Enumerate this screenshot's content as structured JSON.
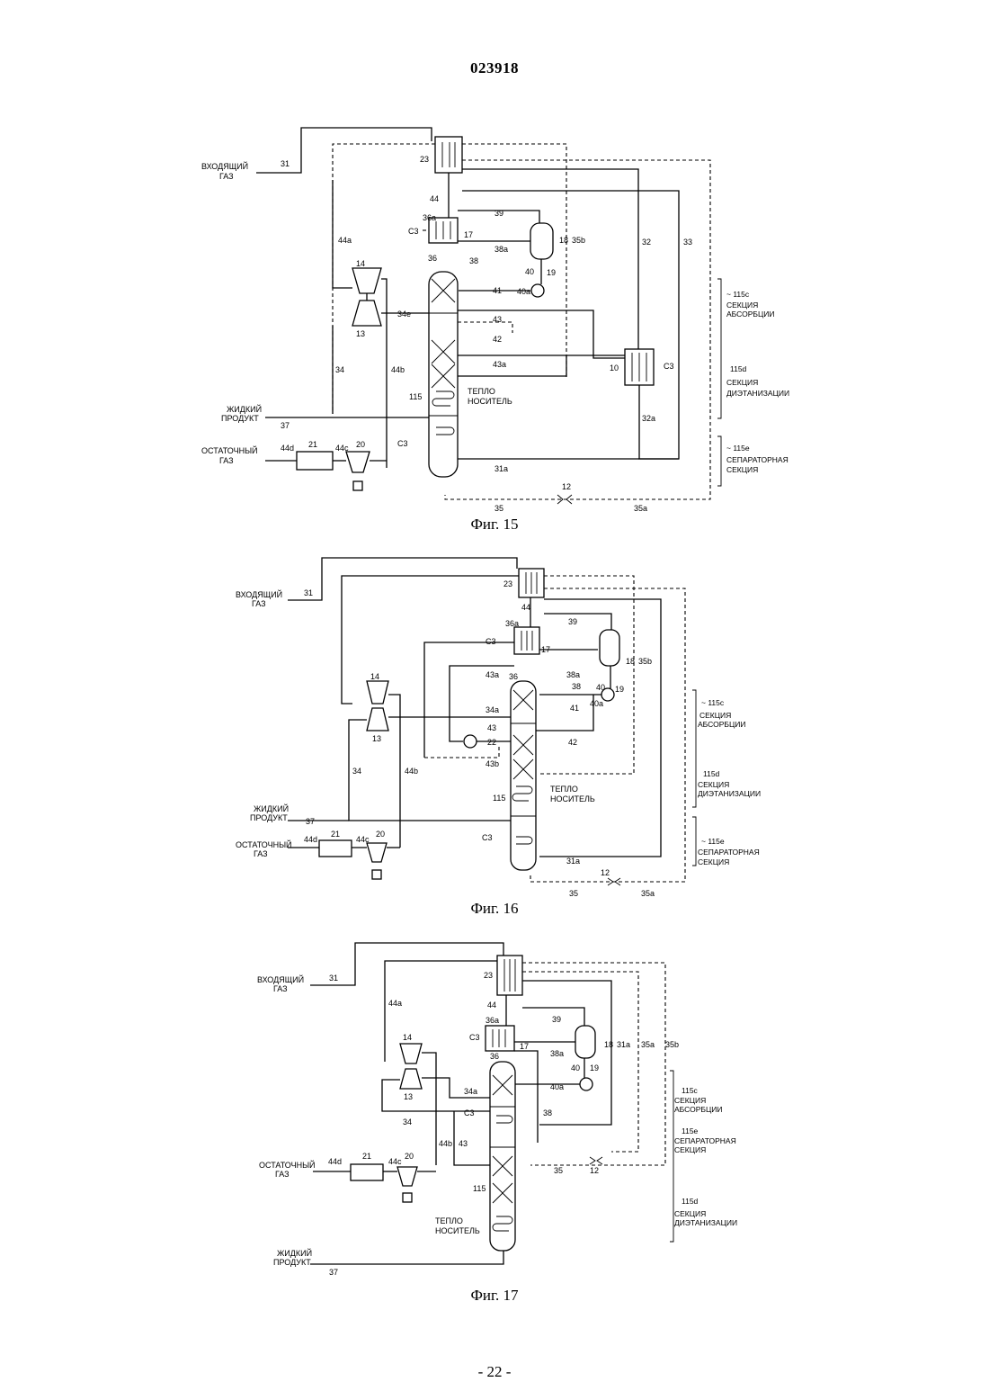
{
  "header": {
    "document_number": "023918"
  },
  "footer": {
    "page_number": "- 22 -"
  },
  "fig15": {
    "caption": "Фиг. 15",
    "inlet_gas": [
      "ВХОДЯЩИЙ",
      "ГАЗ"
    ],
    "liquid_product": [
      "ЖИДКИЙ",
      "ПРОДУКТ"
    ],
    "residue_gas": [
      "ОСТАТОЧНЫЙ",
      "ГАЗ"
    ],
    "heat_medium": [
      "ТЕПЛО",
      "НОСИТЕЛЬ"
    ],
    "sections": {
      "absorption": [
        "~ 115c",
        "СЕКЦИЯ",
        "АБСОРБЦИИ"
      ],
      "deethanization": [
        "115d",
        "СЕКЦИЯ",
        "ДИЭТАНИЗАЦИИ"
      ],
      "separator": [
        "~ 115e",
        "СЕПАРАТОРНАЯ",
        "СЕКЦИЯ"
      ]
    },
    "tags": [
      "31",
      "23",
      "44",
      "36a",
      "17",
      "39",
      "18",
      "35b",
      "32",
      "33",
      "38a",
      "38",
      "36",
      "40",
      "19",
      "40a",
      "41",
      "14",
      "13",
      "44a",
      "34e",
      "43",
      "42",
      "43a",
      "10",
      "34",
      "44b",
      "115",
      "31a",
      "32a",
      "37",
      "21",
      "20",
      "44d",
      "44c",
      "35",
      "12",
      "35a",
      "C3"
    ]
  },
  "fig16": {
    "caption": "Фиг. 16",
    "inlet_gas": [
      "ВХОДЯЩИЙ",
      "ГАЗ"
    ],
    "liquid_product": [
      "ЖИДКИЙ",
      "ПРОДУКТ"
    ],
    "residue_gas": [
      "ОСТАТОЧНЫЙ",
      "ГАЗ"
    ],
    "heat_medium": [
      "ТЕПЛО",
      "НОСИТЕЛЬ"
    ],
    "sections": {
      "absorption": [
        "~ 115c",
        "СЕКЦИЯ",
        "АБСОРБЦИИ"
      ],
      "deethanization": [
        "115d",
        "СЕКЦИЯ",
        "ДИЭТАНИЗАЦИИ"
      ],
      "separator": [
        "~ 115e",
        "СЕПАРАТОРНАЯ",
        "СЕКЦИЯ"
      ]
    },
    "tags": [
      "31",
      "23",
      "44",
      "39",
      "36a",
      "17",
      "18",
      "35b",
      "43a",
      "38a",
      "38",
      "36",
      "40",
      "19",
      "40a",
      "14",
      "34a",
      "41",
      "43",
      "22",
      "42",
      "43b",
      "13",
      "34",
      "44b",
      "115",
      "37",
      "31a",
      "21",
      "20",
      "44d",
      "44c",
      "35",
      "12",
      "35a",
      "C3"
    ]
  },
  "fig17": {
    "caption": "Фиг. 17",
    "inlet_gas": [
      "ВХОДЯЩИЙ",
      "ГАЗ"
    ],
    "liquid_product": [
      "ЖИДКИЙ",
      "ПРОДУКТ"
    ],
    "residue_gas": [
      "ОСТАТОЧНЫЙ",
      "ГАЗ"
    ],
    "heat_medium": [
      "ТЕПЛО",
      "НОСИТЕЛЬ"
    ],
    "sections": {
      "absorption": [
        "115c",
        "СЕКЦИЯ",
        "АБСОРБЦИИ"
      ],
      "separator": [
        "115e",
        "СЕПАРАТОРНАЯ",
        "СЕКЦИЯ"
      ],
      "deethanization": [
        "115d",
        "СЕКЦИЯ",
        "ДИЭТАНИЗАЦИИ"
      ]
    },
    "tags": [
      "31",
      "23",
      "44",
      "39",
      "36a",
      "17",
      "18",
      "31a",
      "35a",
      "35b",
      "44a",
      "38a",
      "14",
      "40",
      "19",
      "40a",
      "36",
      "13",
      "34a",
      "34",
      "38",
      "44b",
      "43",
      "35",
      "12",
      "21",
      "20",
      "44d",
      "44c",
      "115",
      "37",
      "C3"
    ]
  }
}
